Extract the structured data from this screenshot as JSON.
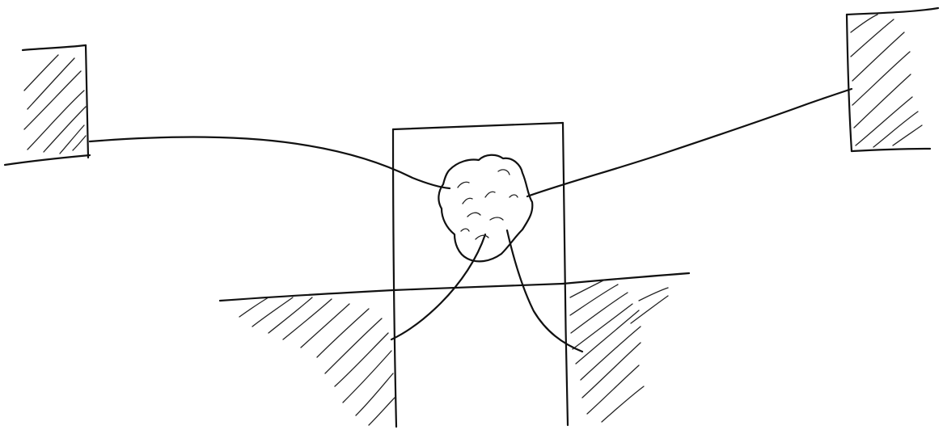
{
  "colors": {
    "background": "#ffffff",
    "ink": "#111111",
    "hatch": "#222222"
  },
  "elements": [
    "left-hatched-anchor-block",
    "right-hatched-anchor-block",
    "central-frame",
    "suspended-mass",
    "left-ground-mass",
    "right-ground-mass",
    "cable-left",
    "cable-right",
    "lower-cable-left",
    "lower-cable-right"
  ]
}
